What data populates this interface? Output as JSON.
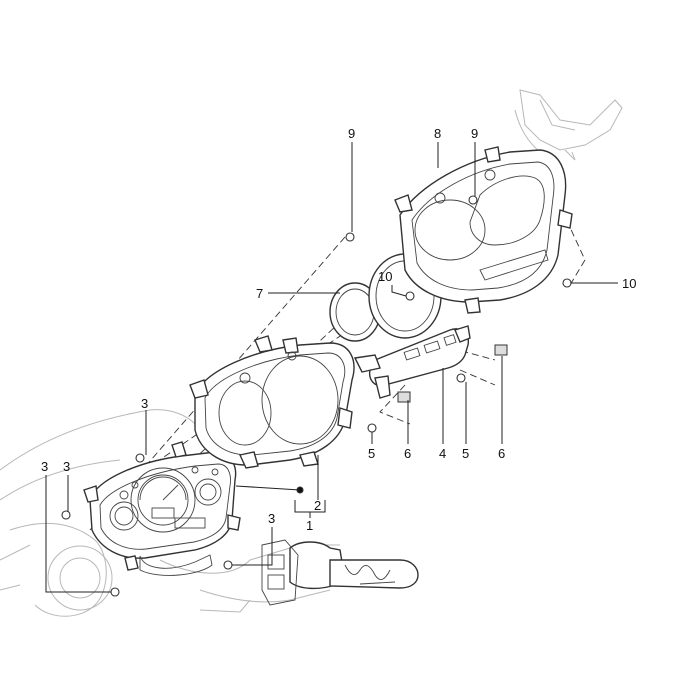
{
  "labels": {
    "l9a": "9",
    "l8": "8",
    "l9b": "9",
    "l10a": "10",
    "l10b": "10",
    "l7": "7",
    "l3a": "3",
    "l3b": "3",
    "l3c": "3",
    "l3d": "3",
    "l2": "2",
    "l1": "1",
    "l5a": "5",
    "l6a": "6",
    "l4": "4",
    "l5b": "5",
    "l6b": "6"
  },
  "colors": {
    "line": "#333333",
    "ghost": "#b8b8b8",
    "background": "#ffffff"
  }
}
